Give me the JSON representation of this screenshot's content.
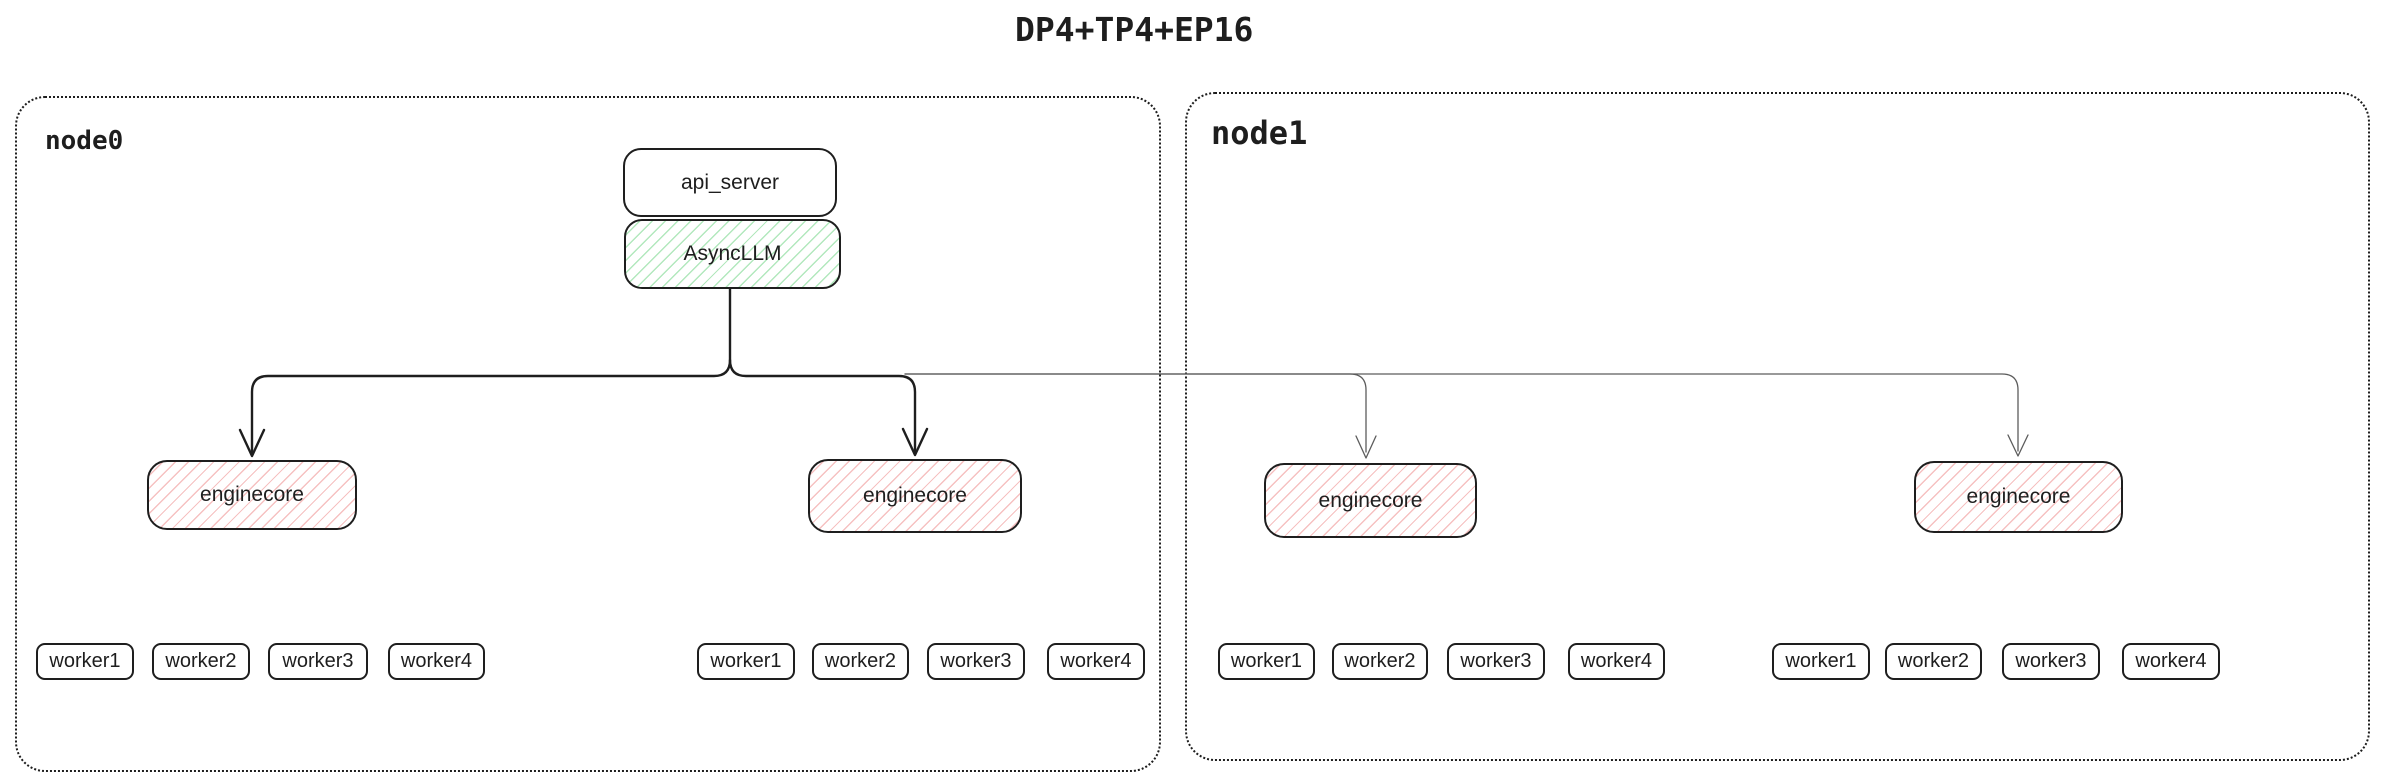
{
  "title": "DP4+TP4+EP16",
  "colors": {
    "line": "#1e1e1e",
    "thin_line": "#5c5c5c",
    "green_hatch": "#b2e8bd",
    "red_hatch": "#f6c1c1",
    "border": "#1e1e1e"
  },
  "nodes": [
    {
      "label": "node0",
      "api_server_label": "api_server",
      "async_llm_label": "AsyncLLM",
      "engine_groups": [
        {
          "enginecore_label": "enginecore",
          "workers": [
            "worker1",
            "worker2",
            "worker3",
            "worker4"
          ]
        },
        {
          "enginecore_label": "enginecore",
          "workers": [
            "worker1",
            "worker2",
            "worker3",
            "worker4"
          ]
        }
      ]
    },
    {
      "label": "node1",
      "engine_groups": [
        {
          "enginecore_label": "enginecore",
          "workers": [
            "worker1",
            "worker2",
            "worker3",
            "worker4"
          ]
        },
        {
          "enginecore_label": "enginecore",
          "workers": [
            "worker1",
            "worker2",
            "worker3",
            "worker4"
          ]
        }
      ]
    }
  ]
}
